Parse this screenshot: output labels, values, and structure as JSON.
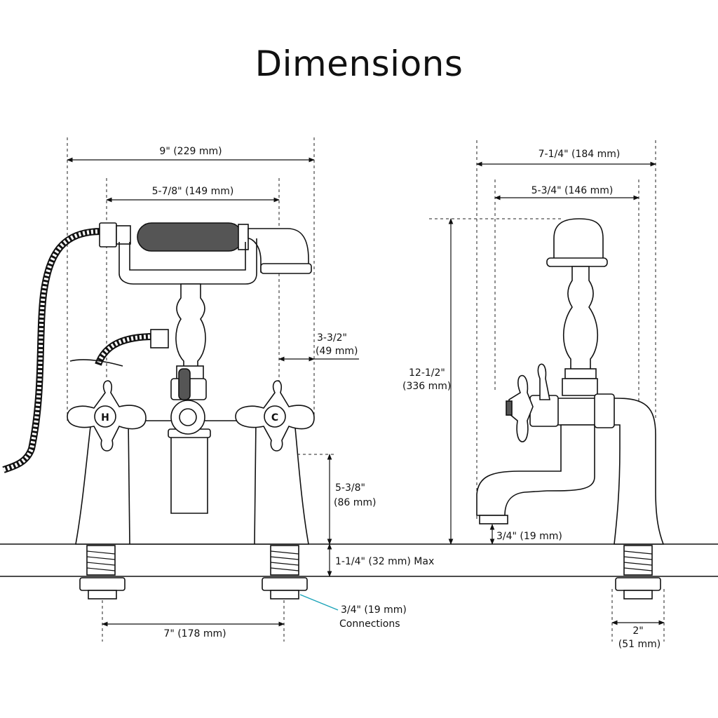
{
  "title": "Dimensions",
  "front": {
    "overall_width": "9\" (229 mm)",
    "center_width": "5-7/8\" (149 mm)",
    "side_depth_l1": "3-3/2\"",
    "side_depth_l2": "(49 mm)",
    "spout_height_l1": "5-3/8\"",
    "spout_height_l2": "(86 mm)",
    "deck_thickness": "1-1/4\" (32 mm) Max",
    "connections_l1": "3/4\" (19 mm)",
    "connections_l2": "Connections",
    "leg_spacing": "7\" (178 mm)",
    "hot_label": "H",
    "cold_label": "C"
  },
  "side": {
    "overall_depth": "7-1/4\" (184 mm)",
    "inner_depth": "5-3/4\" (146 mm)",
    "total_height_l1": "12-1/2\"",
    "total_height_l2": "(336 mm)",
    "spout_gap": "3/4\" (19 mm)",
    "leg_width_l1": "2\"",
    "leg_width_l2": "(51 mm)"
  },
  "colors": {
    "ink": "#111111",
    "leader": "#1aa3b8",
    "fill": "#555555"
  }
}
